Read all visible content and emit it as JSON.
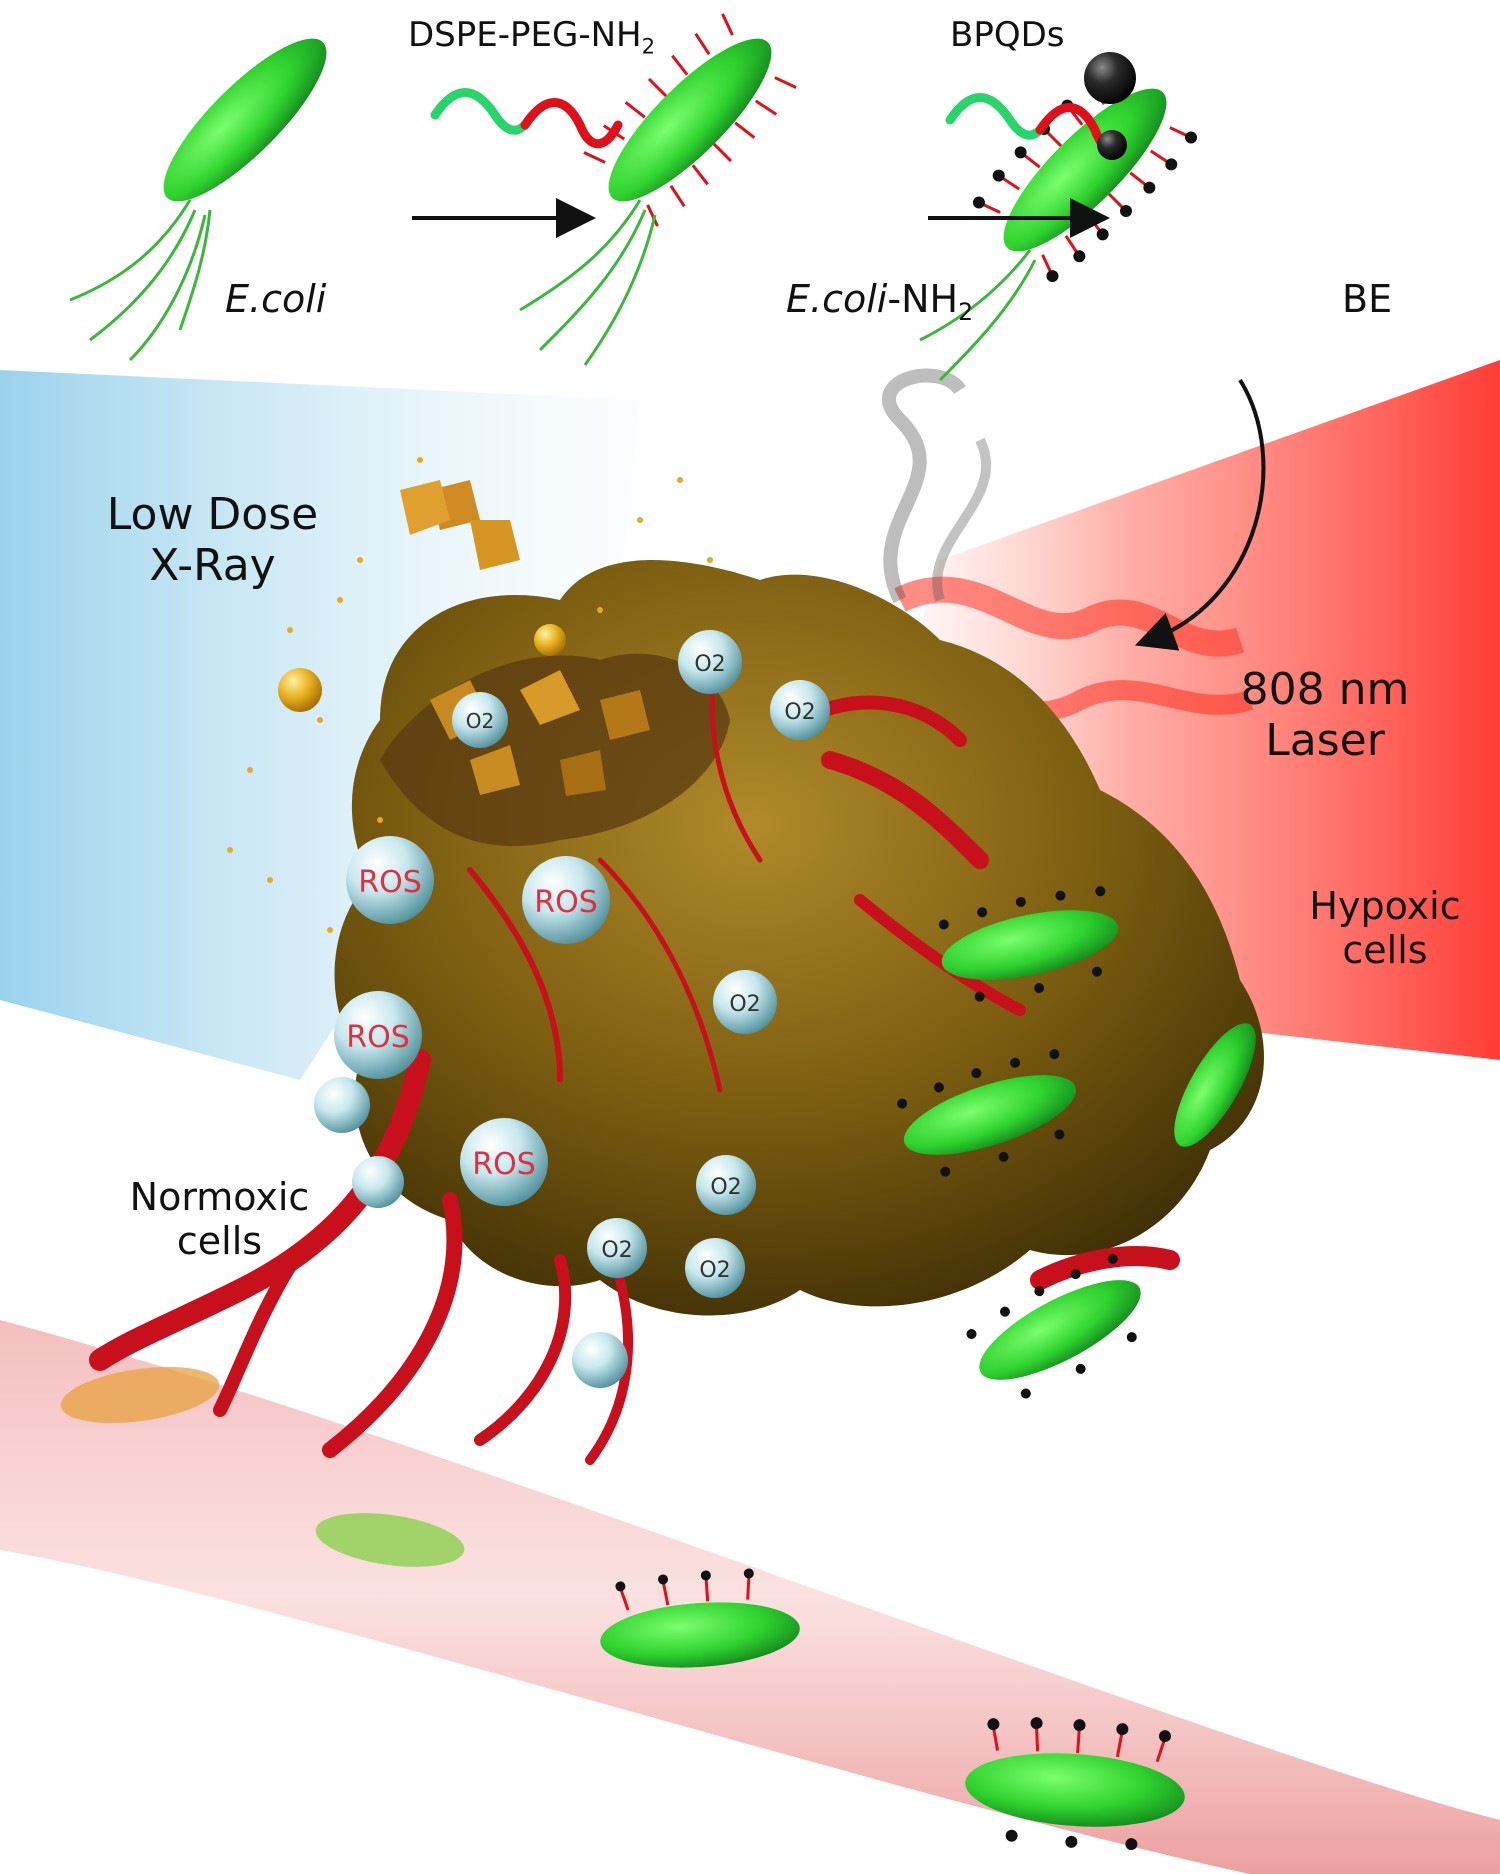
{
  "reagents": {
    "dspe": {
      "text": "DSPE-PEG-NH",
      "sub": "2"
    },
    "bpqds": {
      "text": "BPQDs"
    }
  },
  "stages": {
    "ecoli": {
      "text": "E.coli"
    },
    "ecoli_nh2": {
      "italic": "E.coli",
      "text": "-NH",
      "sub": "2"
    },
    "be": {
      "text": "BE"
    }
  },
  "sources": {
    "xray": {
      "line1": "Low Dose",
      "line2": "X-Ray"
    },
    "laser": {
      "line1": "808 nm",
      "line2": "Laser"
    }
  },
  "cells": {
    "hypoxic": {
      "line1": "Hypoxic",
      "line2": "cells"
    },
    "normoxic": {
      "line1": "Normoxic",
      "line2": "cells"
    }
  },
  "bubbles": {
    "ros": "ROS",
    "o2": "O2"
  },
  "colors": {
    "bacteria": "#3ddc3a",
    "amine_chain": "#e0101a",
    "peg_chain": "#28d56a",
    "quantum_dot": "#111111",
    "xray_beam": "#9fd4ee",
    "laser": "#ff2a1a",
    "tumor": "#8a6a12",
    "vessel": "#c8101c",
    "bubble": "#9fd2dc"
  }
}
